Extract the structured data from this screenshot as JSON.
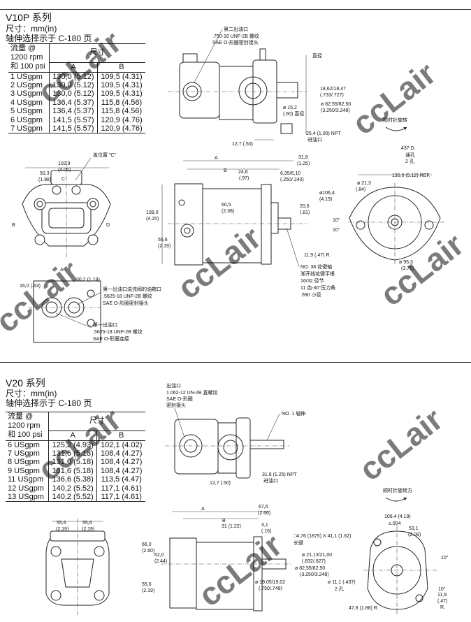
{
  "v10p": {
    "title": "V10P 系列",
    "size_unit": "尺寸：mm(in)",
    "shaft_note": "轴伸选择示于 C-180 页",
    "table": {
      "flow_label_1": "流量 @",
      "flow_label_2": "1200 rpm",
      "flow_label_3": "和 100 psi",
      "dim_label": "尺寸",
      "col_a": "A",
      "col_b": "B",
      "rows": [
        [
          "1 USgpm",
          "130,0 (5.12)",
          "109,5 (4.31)"
        ],
        [
          "2 USgpm",
          "130,0 (5.12)",
          "109,5 (4.31)"
        ],
        [
          "3 USgpm",
          "130,0 (5.12)",
          "109,5 (4.31)"
        ],
        [
          "4 USgpm",
          "136,4 (5.37)",
          "115,8 (4.56)"
        ],
        [
          "5 USgpm",
          "136,4 (5.37)",
          "115,8 (4.56)"
        ],
        [
          "6 USgpm",
          "141,5 (5.57)",
          "120,9 (4.76)"
        ],
        [
          "7 USgpm",
          "141,5 (5.57)",
          "120,9 (4.76)"
        ]
      ]
    },
    "callouts": {
      "second_outlet_1": "第二出油口",
      "second_outlet_2": ".750-16 UNF-2B 螺纹",
      "second_outlet_3": "SAE O-形圈密封接头",
      "diameter": "直径",
      "d1": "18,62/18,47",
      "d1b": "(.733/.727)",
      "d2": "ø 82,55/82,50",
      "d2b": "(3.250/3.248)",
      "d3": "ø 15,2",
      "d3b": "(.60) 直径",
      "inlet_1": "25,4 (1.00) NPT",
      "inlet_2": "进油口",
      "d4": "12,7 (.50)",
      "rotation": "顺时针旋转",
      "cover": "盖位置 \"C\"",
      "w1": "102,9",
      "w1b": "(4.05)",
      "w2": "50,3",
      "w2b": "(1.98)",
      "label_c": "C",
      "label_b": "B",
      "label_d": "D",
      "label_a": "A",
      "dim_a": "A",
      "dim_b": "B",
      "e1": "31,8",
      "e1b": "(1.25)",
      "e2": "24,6",
      "e2b": "(.97)",
      "e3": "6,35/6,10",
      "e3b": "(.250/.240)",
      "h1": "108,0",
      "h1b": "(4.25)",
      "h2": "60,5",
      "h2b": "(2.38)",
      "h3": "55,6",
      "h3b": "(2.19)",
      "h4": "20,6",
      "h4b": "(.81)",
      "spline_1": "NO. 38 花键轴",
      "spline_2": "渐开线花键平根",
      "spline_3": "16/32 径节",
      "spline_4": "11 齿-30°压力角",
      "spline_5": ".590 小径",
      "f1": "30,2 (1.19)",
      "f2": "16,0 (.63)",
      "first_outlet_alt_1": "第一出油口溢流阀的油箱口",
      "first_outlet_alt_2": ".5625-18 UNF-2B 螺纹",
      "first_outlet_alt_3": "SAE O-形圈密封接头",
      "first_outlet_1": "第一出油口",
      "first_outlet_2": ".5625-18 UNF-2B 螺纹",
      "first_outlet_3": "SAE O-形圈连接",
      "g1": ".437 D.",
      "g1b": "通孔",
      "g1c": "2 孔",
      "g2": "130,0 (5.12) REF.",
      "g3": "ø 21,3",
      "g3b": "(.84)",
      "g4": "ø106,4",
      "g4b": "(4.19)",
      "g5": "10°",
      "g6": "10°",
      "g7": "11,9 (.47) R.",
      "g8": "ø 95,3",
      "g8b": "(3.75)"
    }
  },
  "v20": {
    "title": "V20 系列",
    "size_unit": "尺寸：mm(in)",
    "shaft_note": "轴伸选择示于 C-180 页",
    "table": {
      "flow_label_1": "流量 @",
      "flow_label_2": "1200 rpm",
      "flow_label_3": "和 100 psi",
      "dim_label": "尺寸",
      "col_a": "A",
      "col_b": "B",
      "rows": [
        [
          "6 USgpm",
          "125,2 (4.93)",
          "102,1 (4.02)"
        ],
        [
          "7 USgpm",
          "131,6 (5.18)",
          "108,4 (4.27)"
        ],
        [
          "8 USgpm",
          "131,6 (5.18)",
          "108,4 (4.27)"
        ],
        [
          "9 USgpm",
          "131,6 (5.18)",
          "108,4 (4.27)"
        ],
        [
          "11 USgpm",
          "136,6 (5.38)",
          "113,5 (4.47)"
        ],
        [
          "12 USgpm",
          "140,2 (5.52)",
          "117,1 (4.61)"
        ],
        [
          "13 USgpm",
          "140,2 (5.52)",
          "117,1 (4.61)"
        ]
      ]
    },
    "callouts": {
      "outlet_1": "出油口",
      "outlet_2": "1.062-12 UN-2B 直螺纹",
      "outlet_3": "SAE O-形圈",
      "outlet_4": "密封接头",
      "key_shaft": "NO. 1 轴伸",
      "inlet_1": "31,8 (1.25) NPT",
      "inlet_2": "进油口",
      "d1": "12,7 (.50)",
      "rotation": "顺时针旋转方",
      "w1": "55,6",
      "w1b": "(2.19)",
      "w2": "55,6",
      "w2b": "(2.19)",
      "dim_a": "A",
      "dim_b": "B",
      "e1": "67,6",
      "e1b": "(2.66)",
      "e2": "31 (1.22)",
      "e3": "4,1",
      "e3b": "(.16)",
      "h1": "66,0",
      "h1b": "(2.60)",
      "h2": "62,0",
      "h2b": "(2.44)",
      "h3": "55,6",
      "h3b": "(2.19)",
      "key_1": "□4,76 (1875)  X 41,1 (1.62)",
      "key_2": "长键",
      "s1": "ø 21,13/21,00",
      "s1b": "(.832/.827)",
      "s2": "ø 82,55/82,50",
      "s2b": "(3.250/3.248)",
      "s3": "ø 19,05/19,02",
      "s3b": "(.750/.749)",
      "s4": "ø 11,1 (.437)",
      "s4b": "2 孔",
      "g1": "106,4 (4.19)",
      "g1b": "±.004",
      "g2": "53,1",
      "g2b": "(2.09)",
      "g3": "10°",
      "g4": "10°",
      "g5": "11,9",
      "g5b": "(.47)",
      "g5c": "R.",
      "g6": "47,8 (1.88)  R."
    }
  }
}
